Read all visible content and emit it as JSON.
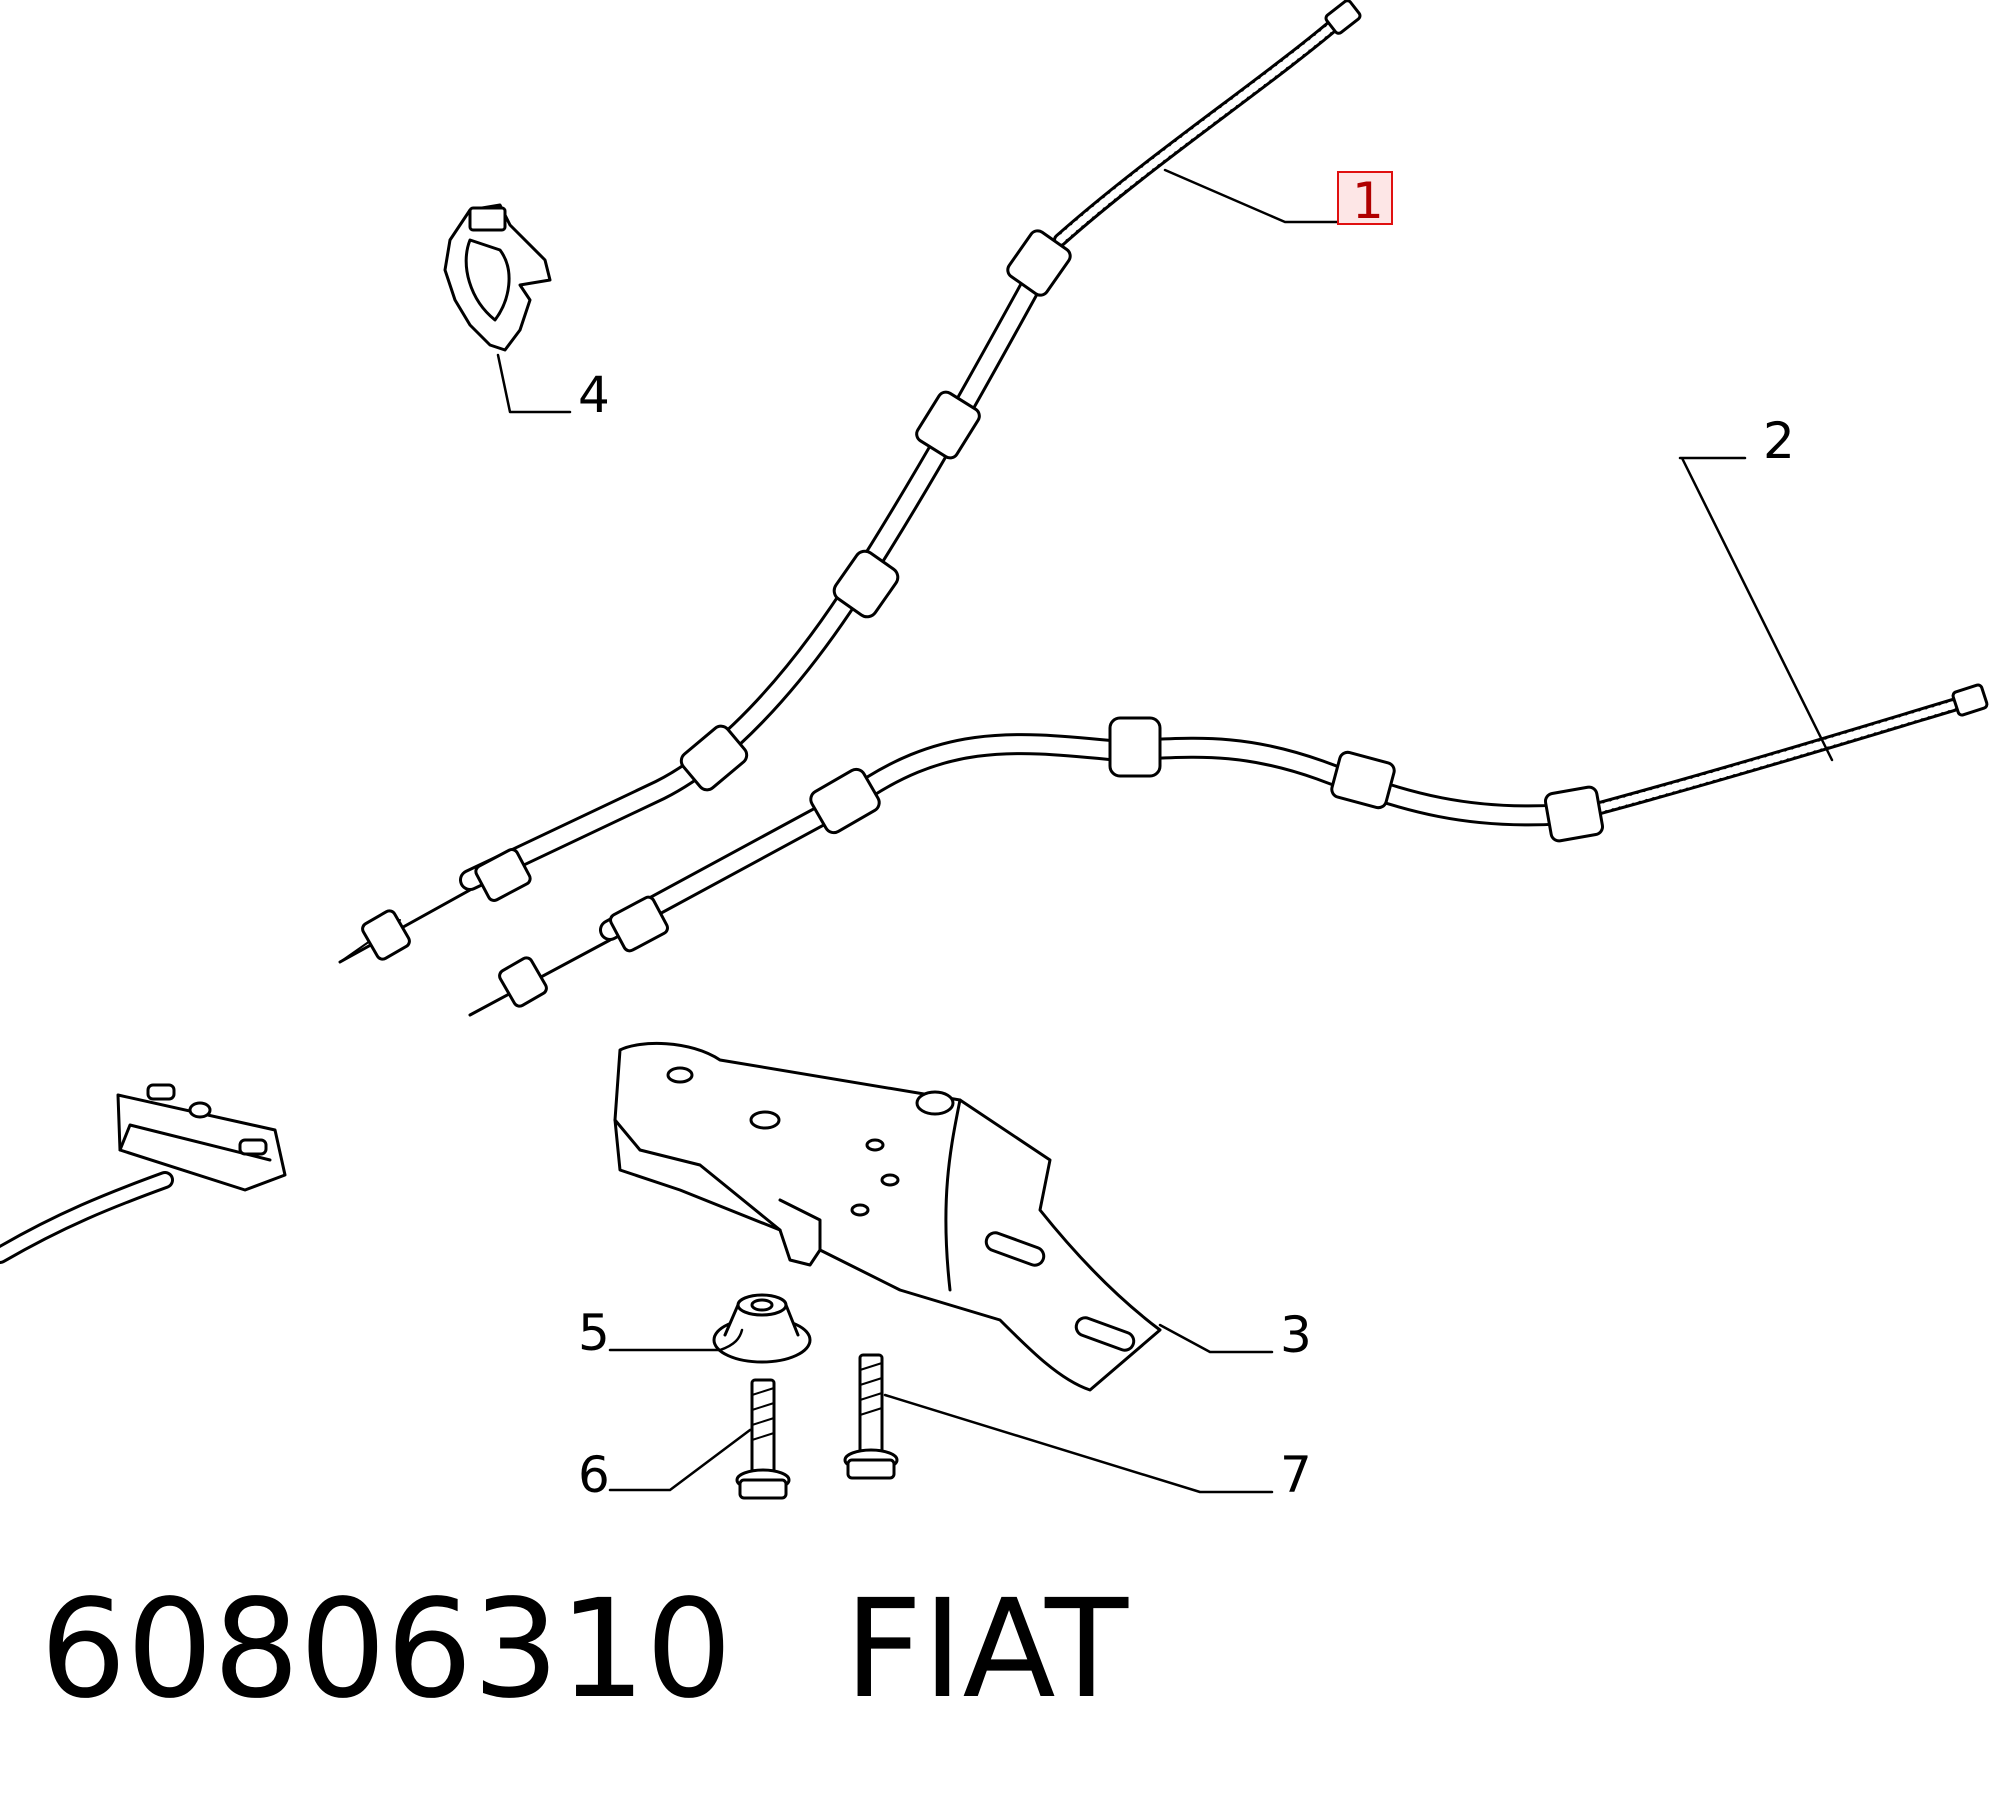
{
  "callouts": {
    "c1": "1",
    "c2": "2",
    "c3": "3",
    "c4": "4",
    "c5": "5",
    "c6": "6",
    "c7": "7"
  },
  "highlight_color": "#e01010",
  "footer": {
    "part_number": "60806310",
    "brand": "FIAT"
  }
}
